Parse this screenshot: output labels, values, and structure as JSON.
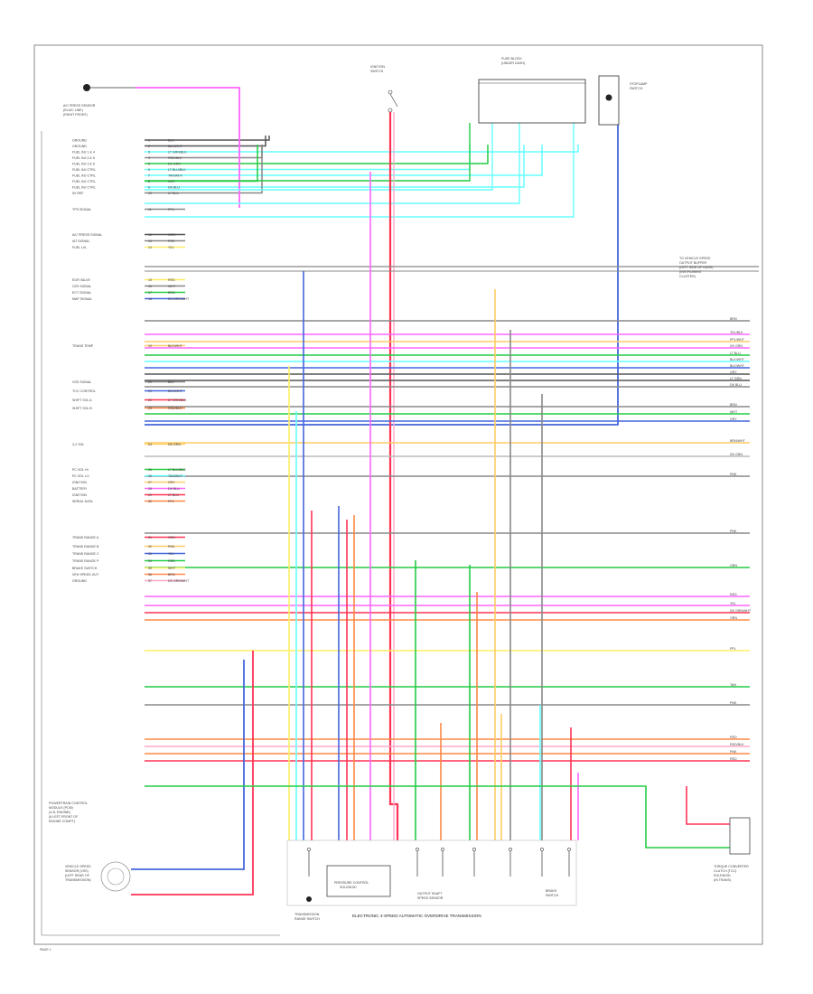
{
  "diagram": {
    "title_bottom": "ELECTRONIC 4-SPEED AUTOMATIC OVERDRIVE TRANSMISSION",
    "page_label": "PAGE 1",
    "components": {
      "pcm_label": [
        "POWERTRAIN CONTROL",
        "MODULE (PCM)",
        "(4.3L ENGINE)",
        "(6 LEFT-FRONT OF",
        "ENGINE COMPT)"
      ],
      "vss_label": [
        "VEHICLE SPEED",
        "SENSOR (VSS)",
        "(LEFT REAR OF",
        "TRANSMISSION)"
      ],
      "trans_range_label": [
        "TRANSMISSION",
        "RANGE SWITCH"
      ],
      "ignition_switch_label": [
        "IGNITION",
        "SWITCH"
      ],
      "fuse_block_label": [
        "FUSE BLOCK",
        "(UNDER DASH)"
      ],
      "brake_switch_label": [
        "BRAKE",
        "SWITCH"
      ],
      "oss_label": [
        "OUTPUT SHAFT",
        "SPEED SENSOR"
      ],
      "stoplamp_label": [
        "STOPLAMP",
        "SWITCH"
      ],
      "tcc_label": [
        "TORQUE CONVERTER",
        "CLUTCH (TCC)",
        "SOLENOID",
        "(IN TRANS)"
      ],
      "top_left_sensor": [
        "A/C PRESS SENSOR",
        "(IN A/C LINE)",
        "(RIGHT FRONT)"
      ],
      "right_note": [
        "TO VEHICLE SPEED",
        "OUTPUT BUFFER",
        "(LEFT SIDE OF DASH)",
        "(INSTRUMENT",
        "CLUSTER)"
      ],
      "pressure_control_label": [
        "PRESSURE CONTROL",
        "SOLENOID"
      ]
    },
    "pcm_pins": [
      "GROUND",
      "GROUND",
      "FUEL INJ 1 & 4",
      "FUEL INJ 2 & 5",
      "FUEL INJ 3 & 6",
      "FUEL INJ CTRL",
      "FUEL INJ CTRL",
      "FUEL INJ CTRL",
      "FUEL INJ CTRL",
      "5V REF",
      "TPS SIGNAL",
      "A/C PRESS SIGNAL",
      "IAT SIGNAL",
      "FUEL LVL",
      "EGR VALVE",
      "O2S SIGNAL",
      "ECT SIGNAL",
      "MAP SIGNAL",
      "TRANS TEMP",
      "VSS SIGNAL",
      "TCC CONTROL",
      "SHIFT SOL A",
      "SHIFT SOL B",
      "3-2 SOL",
      "PC SOL HI",
      "PC SOL LO",
      "IGNITION",
      "BATTERY",
      "IGNITION",
      "SERIAL DATA",
      "TRANS RANGE A",
      "TRANS RANGE B",
      "TRANS RANGE C",
      "TRANS RANGE P",
      "BRAKE SWITCH",
      "VEH SPEED OUT",
      "GROUND"
    ],
    "wire_codes": [
      "BLK",
      "BLK/WHT",
      "LT GRN/BLK",
      "RED/BLK",
      "DK GRN",
      "LT BLU/BLK",
      "TAN/WHT",
      "GRY",
      "DK BLU",
      "LT BLU",
      "PPL",
      "ORN",
      "PNK",
      "YEL",
      "RED",
      "WHT",
      "BRN",
      "DK GRN/WHT",
      "BLK/WHT"
    ],
    "right_codes": [
      "BRN",
      "YEL/BLK",
      "PPL/WHT",
      "DK GRN",
      "LT BLU",
      "BLK/WHT",
      "BLK/WHT",
      "GRY",
      "LT GRN",
      "DK BLU",
      "BRN",
      "WHT",
      "GRY",
      "BRN/WHT",
      "DK GRN",
      "PNK",
      "PNK",
      "ORN",
      "RED",
      "YEL",
      "DK GRN/WHT",
      "ORN",
      "PPL",
      "TAN",
      "PNK",
      "RED",
      "RED/BLK",
      "PNK",
      "RED"
    ]
  }
}
